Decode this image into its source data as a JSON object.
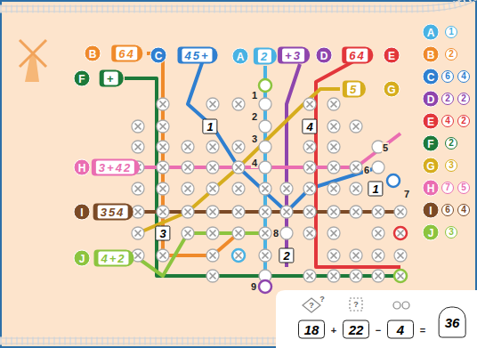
{
  "diagram": {
    "nodes": [
      {
        "text": [
          "A"
        ]
      },
      {
        "text": [
          "2"
        ]
      },
      {
        "text": [
          "B"
        ]
      },
      {
        "text": [
          "64"
        ]
      },
      {
        "text": [
          "C"
        ]
      },
      {
        "text": [
          "45+"
        ]
      },
      {
        "text": [
          "+3"
        ]
      },
      {
        "text": [
          "D"
        ]
      },
      {
        "text": [
          "64"
        ]
      },
      {
        "text": [
          "E"
        ]
      },
      {
        "text": [
          "F"
        ]
      },
      {
        "text": [
          "+"
        ]
      },
      {
        "text": [
          "5"
        ]
      },
      {
        "text": [
          "G"
        ]
      },
      {
        "text": [
          "H"
        ]
      },
      {
        "text": [
          "3+42"
        ]
      },
      {
        "text": [
          "I"
        ]
      },
      {
        "text": [
          "354"
        ]
      },
      {
        "text": [
          "J"
        ]
      },
      {
        "text": [
          "4+2"
        ]
      },
      {
        "text": [
          "A"
        ]
      },
      {
        "text": [
          "B"
        ]
      },
      {
        "text": [
          "C"
        ]
      },
      {
        "text": [
          "D"
        ]
      },
      {
        "text": [
          "E"
        ]
      },
      {
        "text": [
          "F"
        ]
      },
      {
        "text": [
          "G"
        ]
      },
      {
        "text": [
          "H"
        ]
      },
      {
        "text": [
          "I"
        ]
      },
      {
        "text": [
          "J"
        ]
      },
      {
        "text": [
          "1"
        ]
      },
      {
        "text": [
          "4"
        ]
      },
      {
        "text": [
          "1"
        ]
      },
      {
        "text": [
          "3"
        ]
      },
      {
        "text": [
          "2"
        ]
      },
      {
        "text": [
          "18"
        ]
      },
      {
        "text": [
          "22"
        ]
      },
      {
        "text": [
          "4"
        ]
      },
      {
        "text": [
          "36"
        ]
      }
    ],
    "labels": [
      "1",
      "2",
      "3",
      "4",
      "5",
      "6",
      "7",
      "8",
      "9",
      "1",
      "2",
      "6",
      "4",
      "2",
      "2",
      "4",
      "2",
      "2",
      "3",
      "7",
      "5",
      "6",
      "4",
      "3",
      "+",
      "−",
      "=",
      "?",
      "?",
      "?"
    ]
  }
}
